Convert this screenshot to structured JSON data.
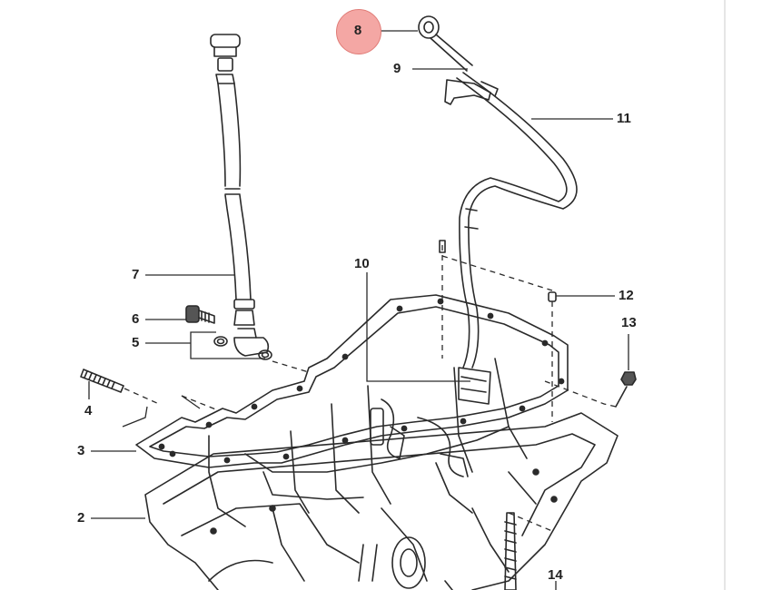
{
  "diagram": {
    "highlighted_part": "8",
    "highlight_color": "#f4a7a4",
    "callouts": [
      {
        "id": "c1",
        "label": "8"
      },
      {
        "id": "c2",
        "label": "9"
      },
      {
        "id": "c3",
        "label": "11"
      },
      {
        "id": "c4",
        "label": "7"
      },
      {
        "id": "c5",
        "label": "10"
      },
      {
        "id": "c6",
        "label": "12"
      },
      {
        "id": "c7",
        "label": "6"
      },
      {
        "id": "c8",
        "label": "13"
      },
      {
        "id": "c9",
        "label": "5"
      },
      {
        "id": "c10",
        "label": "4"
      },
      {
        "id": "c11",
        "label": "3"
      },
      {
        "id": "c12",
        "label": "2"
      },
      {
        "id": "c13",
        "label": "14"
      }
    ]
  }
}
